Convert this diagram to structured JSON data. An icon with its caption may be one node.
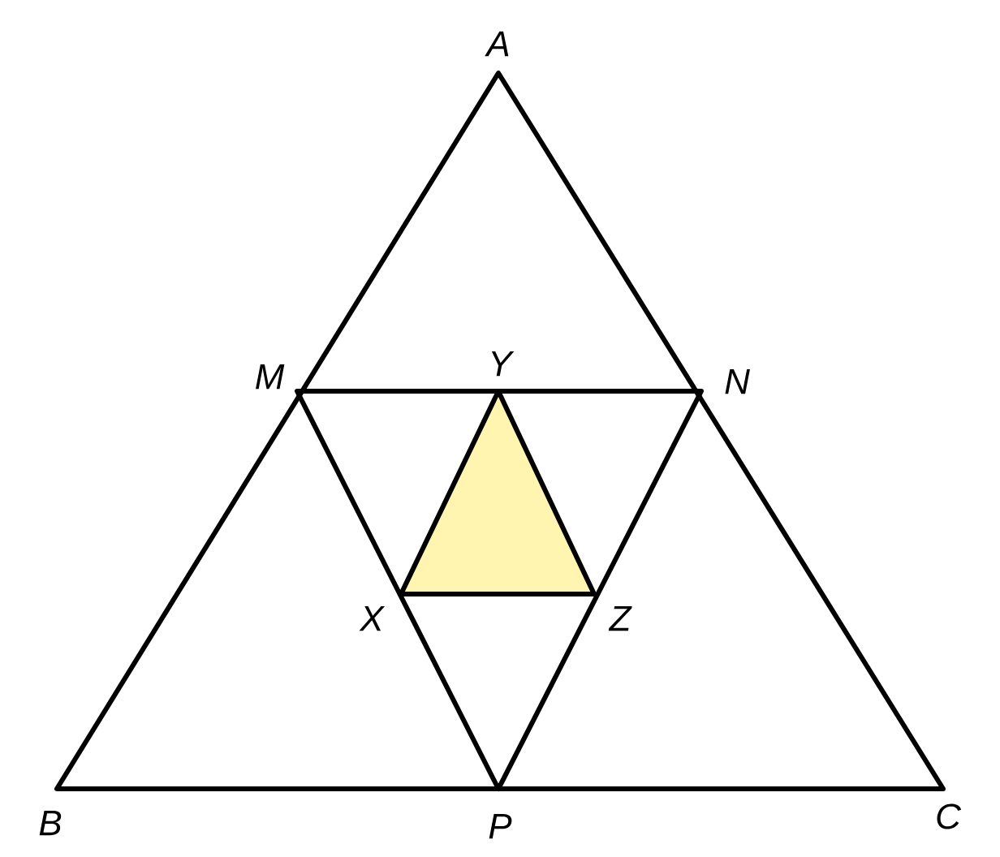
{
  "diagram": {
    "labels": [
      "A",
      "M",
      "Y",
      "N",
      "X",
      "Z",
      "B",
      "P",
      "C"
    ]
  }
}
